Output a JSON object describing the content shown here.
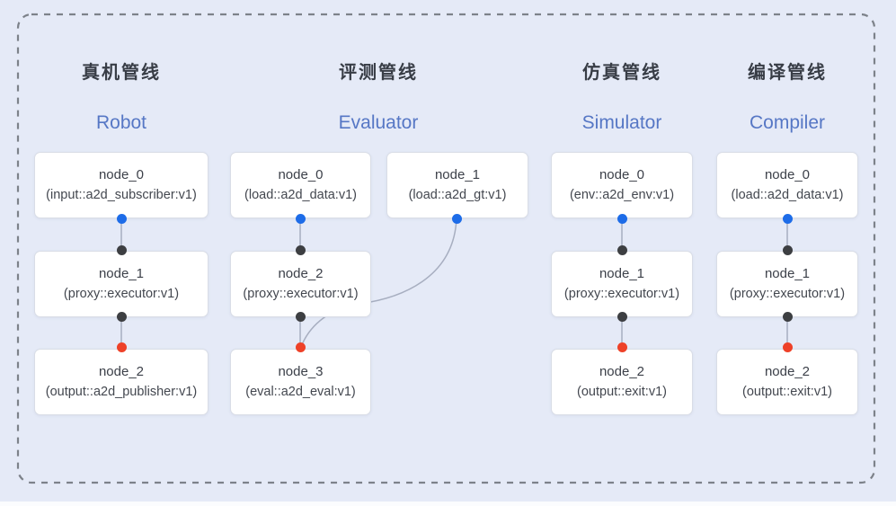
{
  "pipelines": [
    {
      "title_zh": "真机管线",
      "title_en": "Robot",
      "nodes": [
        {
          "name": "node_0",
          "type": "(input::a2d_subscriber:v1)"
        },
        {
          "name": "node_1",
          "type": "(proxy::executor:v1)"
        },
        {
          "name": "node_2",
          "type": "(output::a2d_publisher:v1)"
        }
      ]
    },
    {
      "title_zh": "评测管线",
      "title_en": "Evaluator",
      "nodes": [
        {
          "name": "node_0",
          "type": "(load::a2d_data:v1)"
        },
        {
          "name": "node_1",
          "type": "(load::a2d_gt:v1)"
        },
        {
          "name": "node_2",
          "type": "(proxy::executor:v1)"
        },
        {
          "name": "node_3",
          "type": "(eval::a2d_eval:v1)"
        }
      ]
    },
    {
      "title_zh": "仿真管线",
      "title_en": "Simulator",
      "nodes": [
        {
          "name": "node_0",
          "type": "(env::a2d_env:v1)"
        },
        {
          "name": "node_1",
          "type": "(proxy::executor:v1)"
        },
        {
          "name": "node_2",
          "type": "(output::exit:v1)"
        }
      ]
    },
    {
      "title_zh": "编译管线",
      "title_en": "Compiler",
      "nodes": [
        {
          "name": "node_0",
          "type": "(load::a2d_data:v1)"
        },
        {
          "name": "node_1",
          "type": "(proxy::executor:v1)"
        },
        {
          "name": "node_2",
          "type": "(output::exit:v1)"
        }
      ]
    }
  ],
  "colors": {
    "background": "#e5eaf7",
    "box_background": "#ffffff",
    "box_border": "#d9dde6",
    "frame_dash": "#7d828a",
    "wire": "#a7aec0",
    "title_zh": "#383d46",
    "title_en": "#5677c5",
    "port_output_blue": "#1d6ce8",
    "port_input_black": "#3d3f42",
    "port_input_red": "#ee4128",
    "node_text": "#3c4049"
  }
}
